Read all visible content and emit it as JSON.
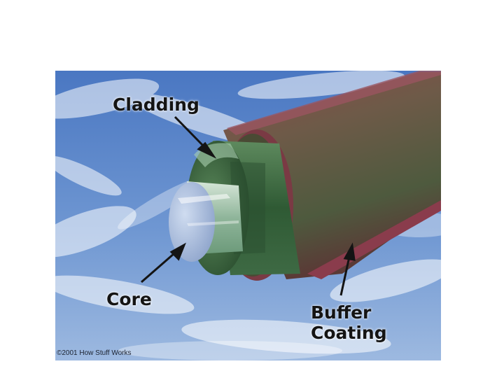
{
  "labels": {
    "cladding": "Cladding",
    "core": "Core",
    "buffer_line1": "Buffer",
    "buffer_line2": "Coating"
  },
  "copyright": "©2001 How Stuff Works",
  "colors": {
    "sky_top": "#4f7bc4",
    "sky_bottom": "#8fb1de",
    "buffer_coating": "#7a4a4a",
    "cladding": "#3f6b3f",
    "core": "#a9bfdc",
    "label_text": "#141414"
  }
}
